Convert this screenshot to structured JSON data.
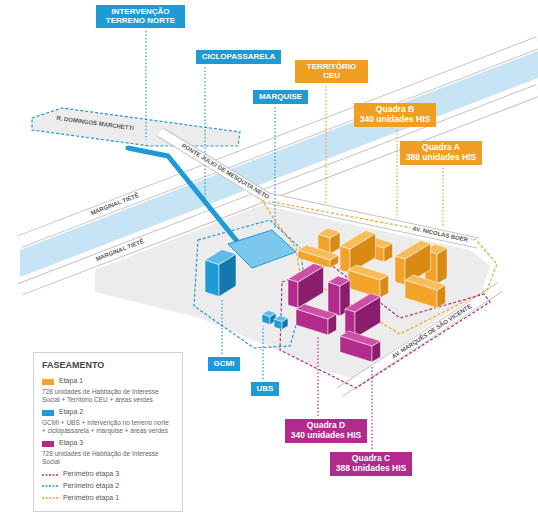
{
  "diagram": {
    "nodes": [
      {
        "text": [
          "INTERVENÇÃO TERRENO NORTE"
        ]
      },
      {
        "text": [
          "CICLOPASSARELA"
        ]
      },
      {
        "text": [
          "TERRITÓRIO CEU"
        ]
      },
      {
        "text": [
          "MARQUISE"
        ]
      },
      {
        "text": [
          "Quadra B",
          "340 unidades HIS"
        ]
      },
      {
        "text": [
          "Quadra A",
          "388 unidades HIS"
        ]
      },
      {
        "text": [
          "GCMI"
        ]
      },
      {
        "text": [
          "UBS"
        ]
      },
      {
        "text": [
          "Quadra D",
          "340 unidades HIS"
        ]
      },
      {
        "text": [
          "Quadra C",
          "388 unidades HIS"
        ]
      }
    ],
    "labels": [
      "R. DOMINGOS MARCHETTI",
      "PONTE JÚLIO DE MESQUITA NETO",
      "MARGINAL TIETÊ",
      "MARGINAL TIETÊ",
      "AV. NICOLAS BOER",
      "AV. MARQUÊS DE SÃO VICENTE",
      "FASEAMENTO",
      "728 unidades de Habitação de Interesse Social + Território CEU + áreas verdes",
      "GCMI + UBS + intervenção no terreno norte + ciclopassarela + marquise + áreas verdes",
      "728 unidades de Habitação de Interesse Social"
    ],
    "legend": [
      {
        "text": "Etapa 1",
        "color": "#f2a32a"
      },
      {
        "text": "Etapa 2",
        "color": "#1e9ad6"
      },
      {
        "text": "Etapa 3",
        "color": "#b12a8c"
      },
      {
        "text": "Perímetro etapa 3"
      },
      {
        "text": "Perímetro etapa 2"
      },
      {
        "text": "Perímetro etapa 1"
      }
    ]
  }
}
